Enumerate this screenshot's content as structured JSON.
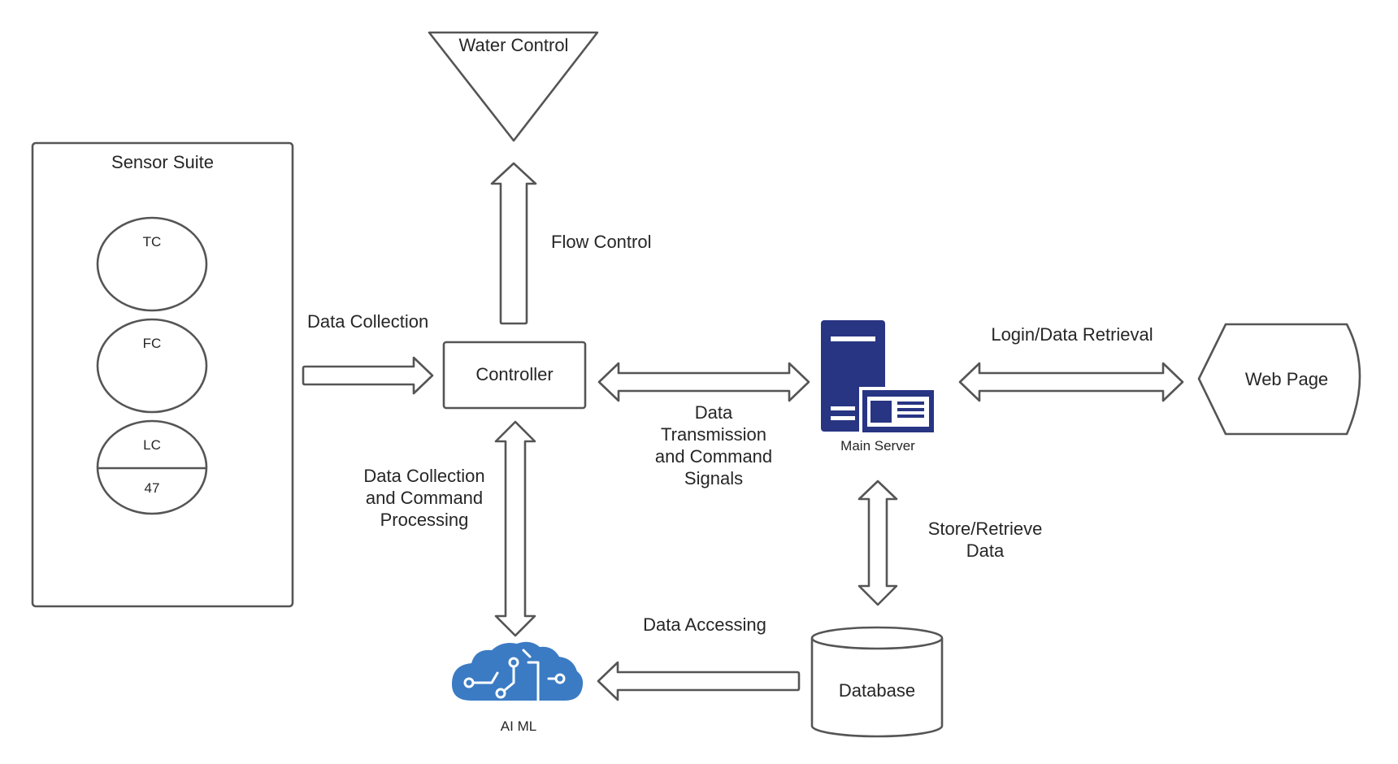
{
  "nodes": {
    "water_control": "Water Control",
    "sensor_suite": "Sensor Suite",
    "sensor_tc": "TC",
    "sensor_fc": "FC",
    "sensor_lc": "LC",
    "sensor_lc_value": "47",
    "controller": "Controller",
    "main_server": "Main Server",
    "web_page": "Web Page",
    "database": "Database",
    "ai_ml": "AI ML"
  },
  "edges": {
    "flow_control": "Flow Control",
    "data_collection": "Data Collection",
    "data_transmission": [
      "Data",
      "Transmission",
      "and Command",
      "Signals"
    ],
    "login_data_retrieval": "Login/Data Retrieval",
    "data_collection_processing": [
      "Data Collection",
      "and Command",
      "Processing"
    ],
    "store_retrieve": [
      "Store/Retrieve",
      "Data"
    ],
    "data_accessing": "Data Accessing"
  },
  "colors": {
    "stroke": "#555555",
    "server_navy": "#283583",
    "ai_blue": "#3b7bc4"
  },
  "icons": {
    "server": "server-icon",
    "ai": "ai-brain-circuit-icon"
  }
}
